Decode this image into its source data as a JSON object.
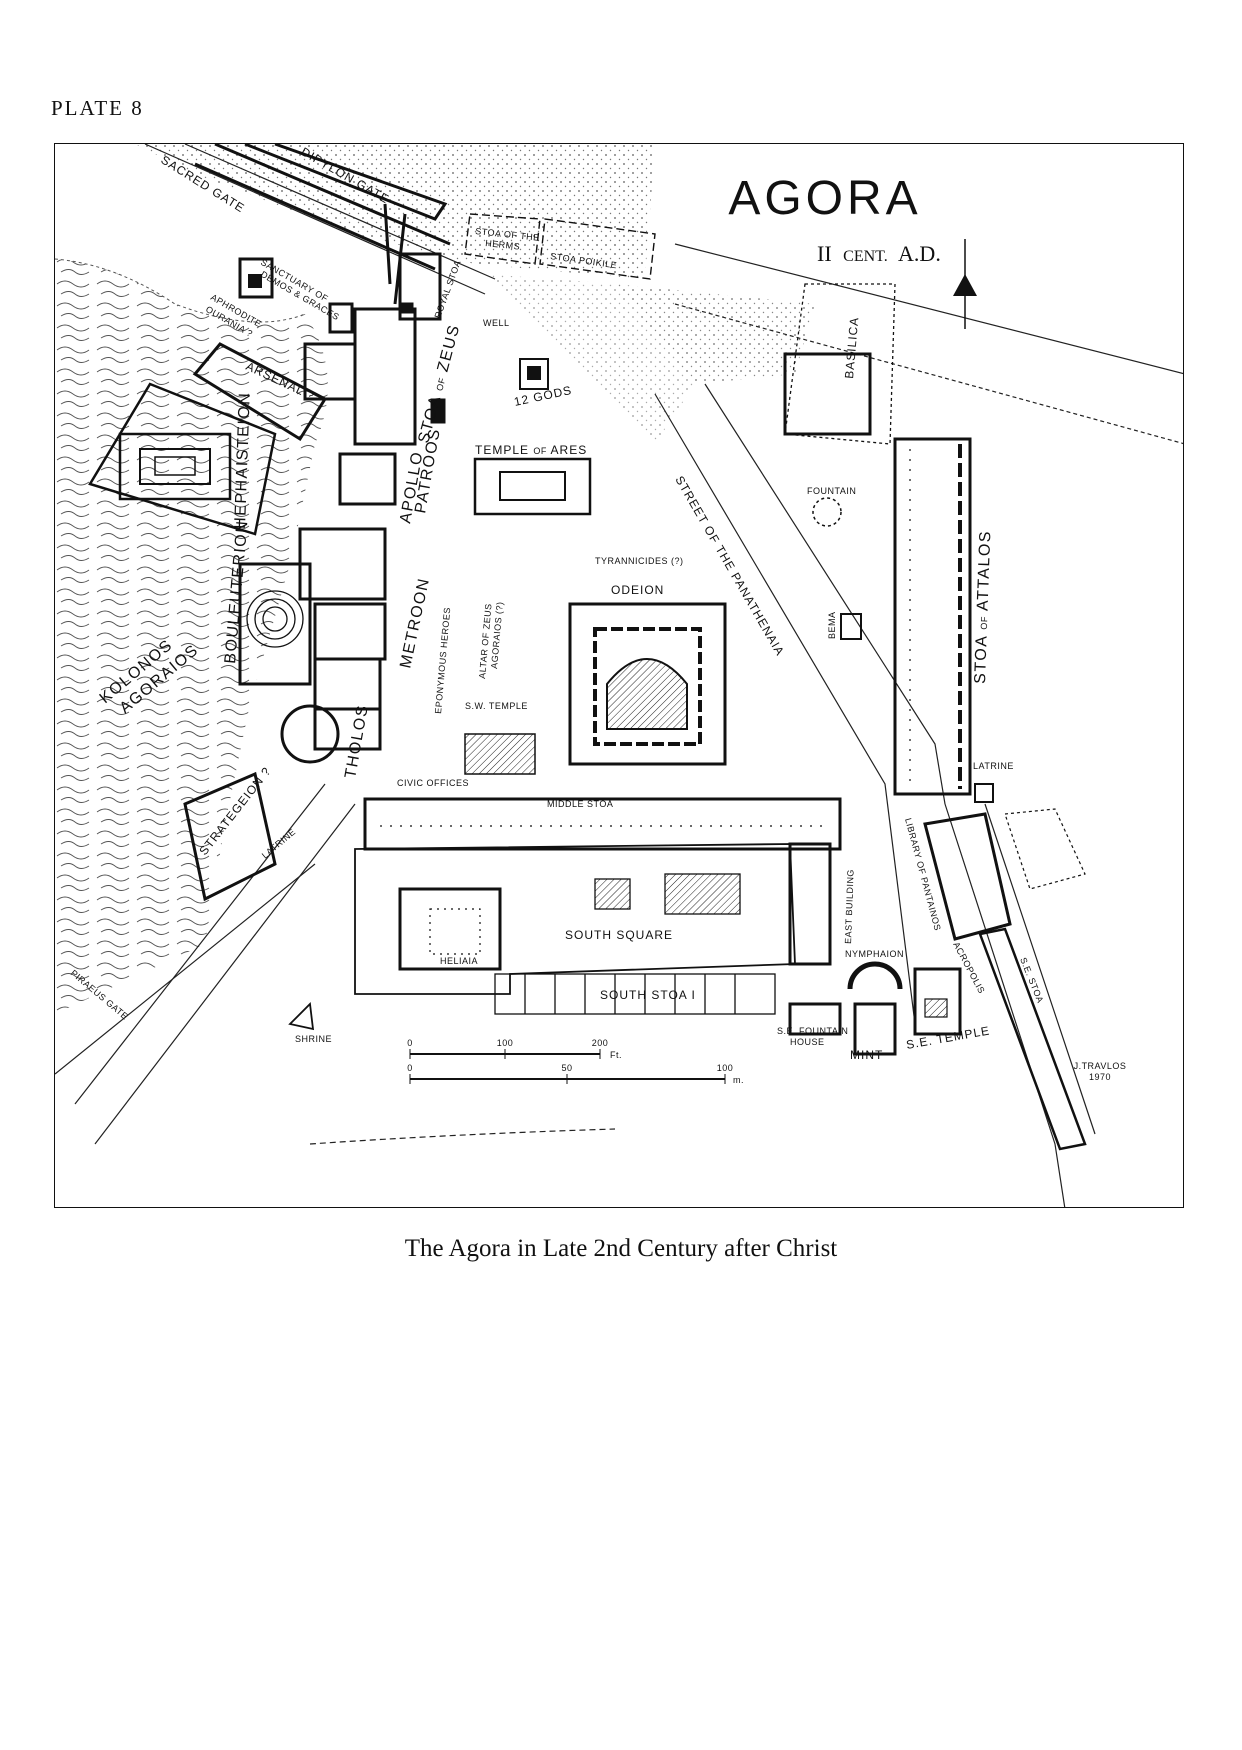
{
  "plate_label": "PLATE 8",
  "caption": "The Agora in Late 2nd Century after Christ",
  "map": {
    "title": "AGORA",
    "subtitle_a": "II",
    "subtitle_b": "CENT.",
    "subtitle_c": "A.D.",
    "credit_name": "J.TRAVLOS",
    "credit_year": "1970",
    "labels": {
      "sacred_gate": "SACRED GATE",
      "dipylon_gate": "DIPYLON GATE",
      "stoa_of_the": "STOA OF THE",
      "herms": "HERMS",
      "stoa_poikile": "STOA POIKILE",
      "sanctuary_of": "SANCTUARY OF",
      "demos_graces": "DEMOS & GRACES",
      "aphrodite": "APHRODITE",
      "ourania": "OURANIA ?",
      "royal_stoa": "ROYAL STOA",
      "well": "WELL",
      "arsenal": "ARSENAL ?",
      "stoa_of_zeus": "STOA",
      "stoa_of_zeus_of": "OF",
      "stoa_of_zeus_name": "ZEUS",
      "twelve_gods": "12 GODS",
      "basilica": "BASILICA",
      "hephaisteion": "HEPHAISTEION",
      "temple_of": "TEMPLE",
      "temple_of_small": "OF",
      "ares": "ARES",
      "apollo": "APOLLO",
      "patroos": "PATROOS",
      "fountain": "FOUNTAIN",
      "street": "STREET OF THE PANATHENAIA",
      "tyrannicides": "TYRANNICIDES (?)",
      "odeion": "ODEION",
      "metroon": "METROON",
      "eponymous": "EPONYMOUS HEROES",
      "altar_1": "ALTAR OF ZEUS",
      "altar_2": "AGORAIOS (?)",
      "bouleuterion": "BOULEUTERION",
      "kolonos_1": "KOLONOS",
      "kolonos_2": "AGORAIOS",
      "bema": "BEMA",
      "stoa_of_attalos": "STOA",
      "stoa_of_attalos_of": "OF",
      "attalos": "ATTALOS",
      "sw_temple": "S.W. TEMPLE",
      "tholos": "THOLOS",
      "latrine_e": "LATRINE",
      "civic_offices": "CIVIC OFFICES",
      "middle_stoa": "MIDDLE STOA",
      "strategeion": "STRATEGEION ?",
      "latrine_w": "LATRINE",
      "library": "LIBRARY OF PANTAINOS",
      "east_building": "EAST BUILDING",
      "south_square": "SOUTH SQUARE",
      "heliaia": "HELIAIA",
      "nymphaion": "NYMPHAION",
      "piraeus_gate": "PIRAEUS GATE",
      "acropolis": "ACROPOLIS",
      "se_stoa": "S.E. STOA",
      "south_stoa": "SOUTH STOA I",
      "shrine": "SHRINE",
      "se_fountain_1": "S.E. FOUNTAIN",
      "se_fountain_2": "HOUSE",
      "mint": "MINT",
      "se_temple": "S.E. TEMPLE"
    },
    "scale_feet": {
      "ticks": [
        "0",
        "100",
        "200"
      ],
      "unit": "Ft."
    },
    "scale_meters": {
      "ticks": [
        "0",
        "50",
        "100"
      ],
      "unit": "m."
    }
  }
}
